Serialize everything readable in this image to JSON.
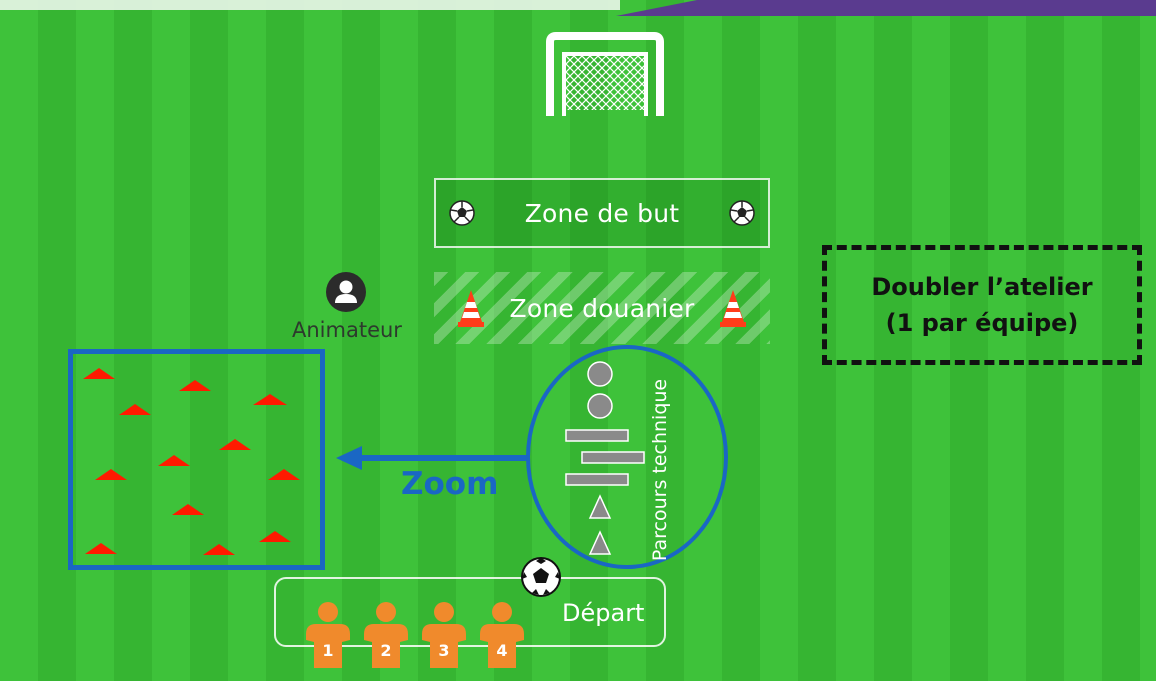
{
  "zone_but": {
    "label": "Zone de but"
  },
  "zone_douanier": {
    "label": "Zone douanier"
  },
  "animateur": {
    "label": "Animateur"
  },
  "doubler": {
    "line1": "Doubler l’atelier",
    "line2": "(1 par équipe)"
  },
  "zoom": {
    "label": "Zoom"
  },
  "parcours": {
    "label": "Parcours technique"
  },
  "depart": {
    "label": "Départ",
    "players": [
      "1",
      "2",
      "3",
      "4"
    ]
  },
  "colors": {
    "field_light": "#3ec23a",
    "field_dark": "#36b532",
    "zoom_blue": "#1a67c4",
    "cone_red": "#ff1a00",
    "player_orange": "#f08a2c",
    "corner_purple": "#5a3b8f"
  },
  "icons": {
    "goal": "goal-icon",
    "ball": "soccer-ball-icon",
    "cone": "traffic-cone-icon",
    "person": "person-icon",
    "player": "player-jersey-icon"
  }
}
